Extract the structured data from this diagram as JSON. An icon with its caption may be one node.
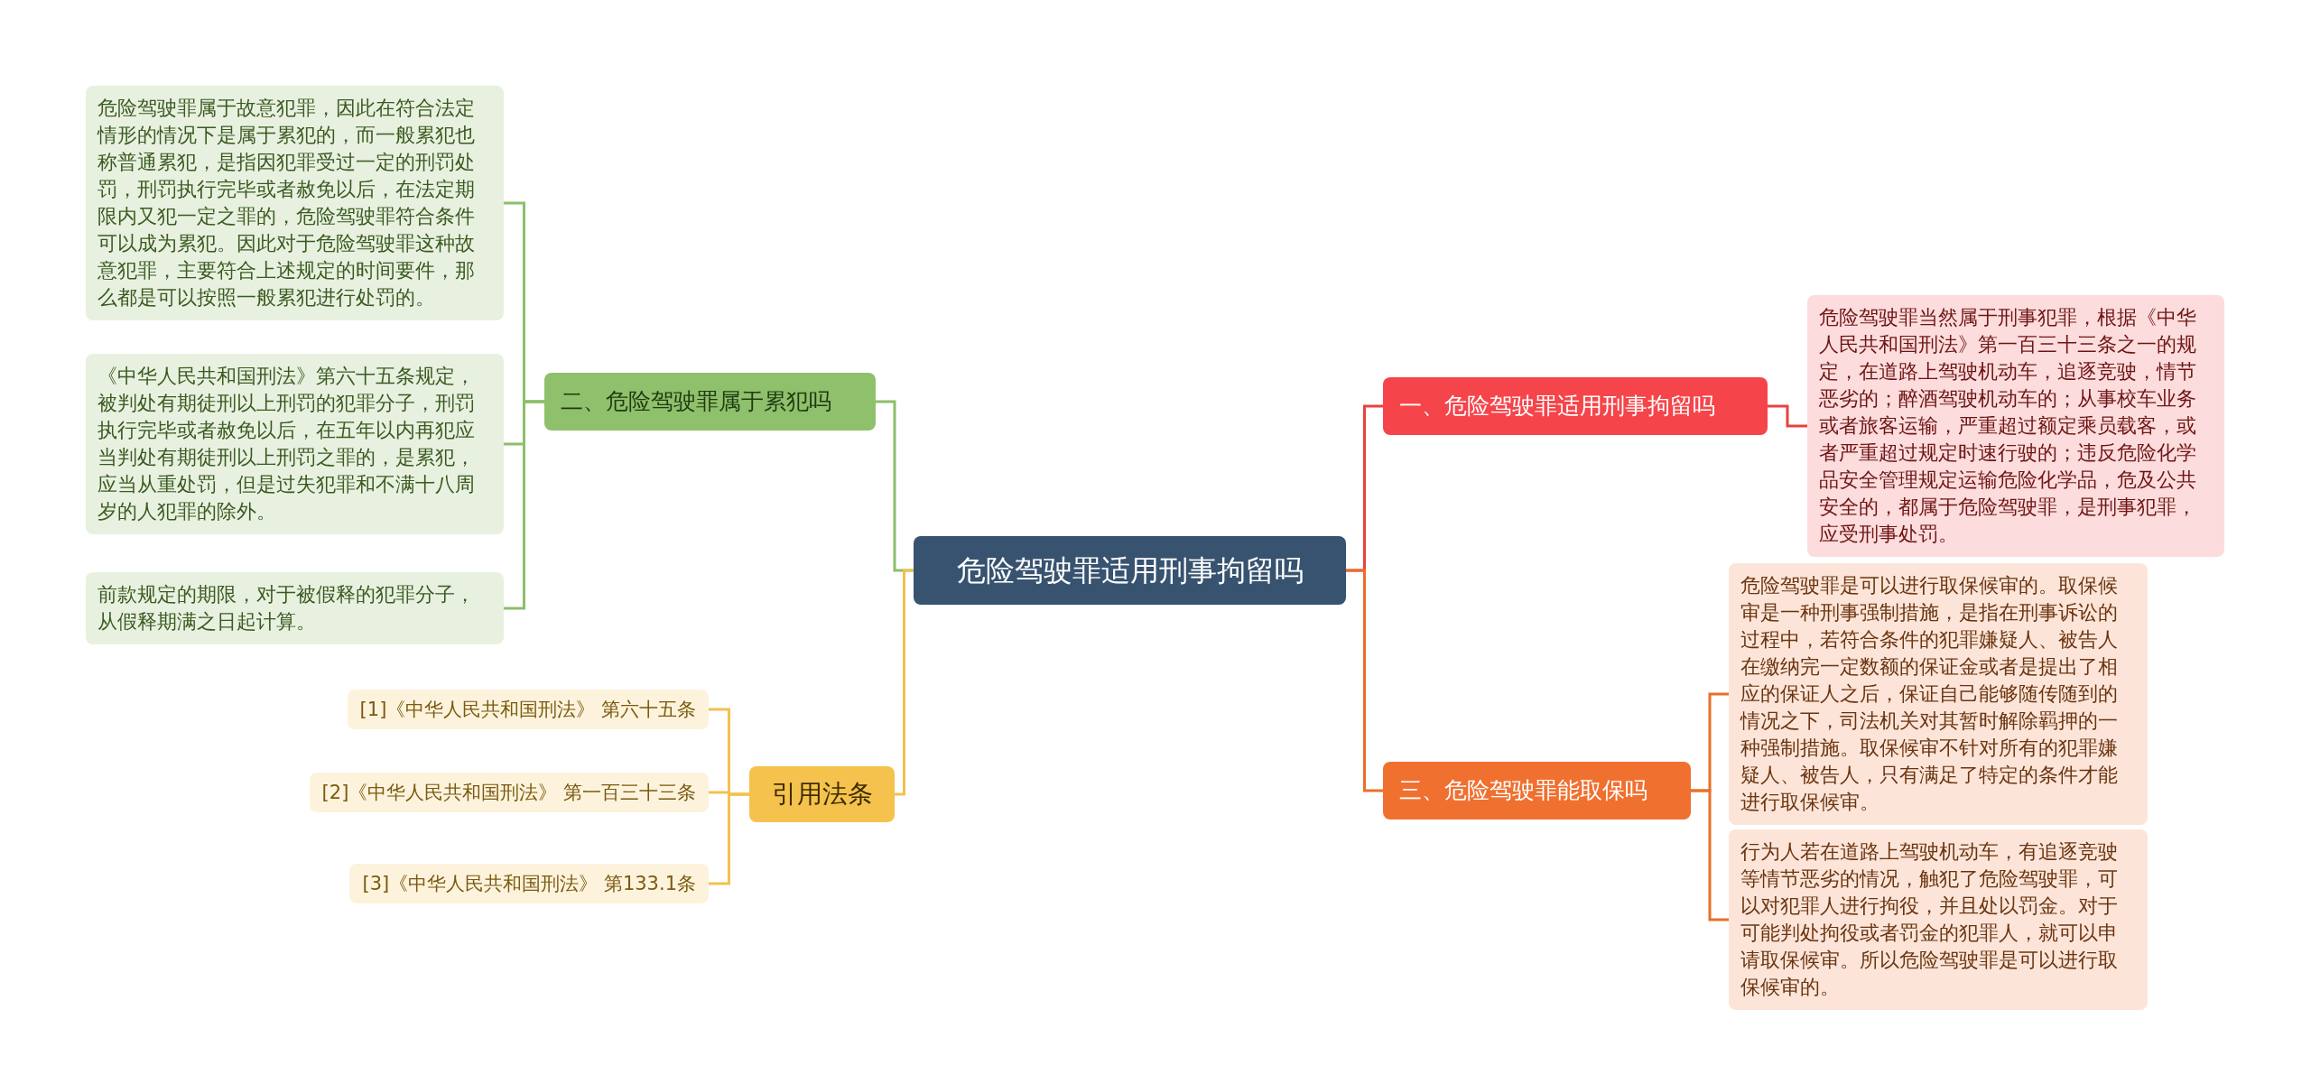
{
  "diagram": {
    "nodes": [
      {
        "text": [
          "危险驾驶罪适用刑事拘留吗"
        ]
      },
      {
        "text": [
          "一、危险驾驶罪适用刑事拘留吗"
        ]
      },
      {
        "text": [
          "危险驾驶罪当然属于刑事犯罪，根据《中华人民共和国刑法》第一百三十三条之一的规定，在道路上驾驶机动车，追逐竞驶，情节恶劣的；醉酒驾驶机动车的；从事校车业务或者旅客运输，严重超过额定乘员载客，或者严重超过规定时速行驶的；违反危险化学品安全管理规定运输危险化学品，危及公共安全的，都属于危险驾驶罪，是刑事犯罪，应受刑事处罚。"
        ]
      },
      {
        "text": [
          "三、危险驾驶罪能取保吗"
        ]
      },
      {
        "text": [
          "危险驾驶罪是可以进行取保候审的。取保候审是一种刑事强制措施，是指在刑事诉讼的过程中，若符合条件的犯罪嫌疑人、被告人在缴纳完一定数额的保证金或者是提出了相应的保证人之后，保证自己能够随传随到的情况之下，司法机关对其暂时解除羁押的一种强制措施。取保候审不针对所有的犯罪嫌疑人、被告人，只有满足了特定的条件才能进行取保候审。"
        ]
      },
      {
        "text": [
          "行为人若在道路上驾驶机动车，有追逐竞驶等情节恶劣的情况，触犯了危险驾驶罪，可以对犯罪人进行拘役，并且处以罚金。对于可能判处拘役或者罚金的犯罪人，就可以申请取保候审。所以危险驾驶罪是可以进行取保候审的。"
        ]
      },
      {
        "text": [
          "二、危险驾驶罪属于累犯吗"
        ]
      },
      {
        "text": [
          "危险驾驶罪属于故意犯罪，因此在符合法定情形的情况下是属于累犯的，而一般累犯也称普通累犯，是指因犯罪受过一定的刑罚处罚，刑罚执行完毕或者赦免以后，在法定期限内又犯一定之罪的，危险驾驶罪符合条件可以成为累犯。因此对于危险驾驶罪这种故意犯罪，主要符合上述规定的时间要件，那么都是可以按照一般累犯进行处罚的。"
        ]
      },
      {
        "text": [
          "《中华人民共和国刑法》第六十五条规定，被判处有期徒刑以上刑罚的犯罪分子，刑罚执行完毕或者赦免以后，在五年以内再犯应当判处有期徒刑以上刑罚之罪的，是累犯，应当从重处罚，但是过失犯罪和不满十八周岁的人犯罪的除外。"
        ]
      },
      {
        "text": [
          "前款规定的期限，对于被假释的犯罪分子，从假释期满之日起计算。"
        ]
      },
      {
        "text": [
          "引用法条"
        ]
      },
      {
        "text": [
          "[1]《中华人民共和国刑法》 第六十五条"
        ]
      },
      {
        "text": [
          "[2]《中华人民共和国刑法》 第一百三十三条"
        ]
      },
      {
        "text": [
          "[3]《中华人民共和国刑法》 第133.1条"
        ]
      }
    ],
    "edges": [
      {
        "from": 0,
        "to": 1,
        "arrow": "none",
        "color": "#e8423f"
      },
      {
        "from": 1,
        "to": 2,
        "arrow": "none",
        "color": "#e8423f"
      },
      {
        "from": 0,
        "to": 3,
        "arrow": "none",
        "color": "#e8702a"
      },
      {
        "from": 3,
        "to": 4,
        "arrow": "none",
        "color": "#e8702a"
      },
      {
        "from": 3,
        "to": 5,
        "arrow": "none",
        "color": "#e8702a"
      },
      {
        "from": 0,
        "to": 6,
        "arrow": "none",
        "color": "#8cbf6a"
      },
      {
        "from": 6,
        "to": 7,
        "arrow": "none",
        "color": "#8cbf6a"
      },
      {
        "from": 6,
        "to": 8,
        "arrow": "none",
        "color": "#8cbf6a"
      },
      {
        "from": 6,
        "to": 9,
        "arrow": "none",
        "color": "#8cbf6a"
      },
      {
        "from": 0,
        "to": 10,
        "arrow": "none",
        "color": "#f2c14e"
      },
      {
        "from": 10,
        "to": 11,
        "arrow": "none",
        "color": "#f2c14e"
      },
      {
        "from": 10,
        "to": 12,
        "arrow": "none",
        "color": "#f2c14e"
      },
      {
        "from": 10,
        "to": 13,
        "arrow": "none",
        "color": "#f2c14e"
      }
    ]
  }
}
